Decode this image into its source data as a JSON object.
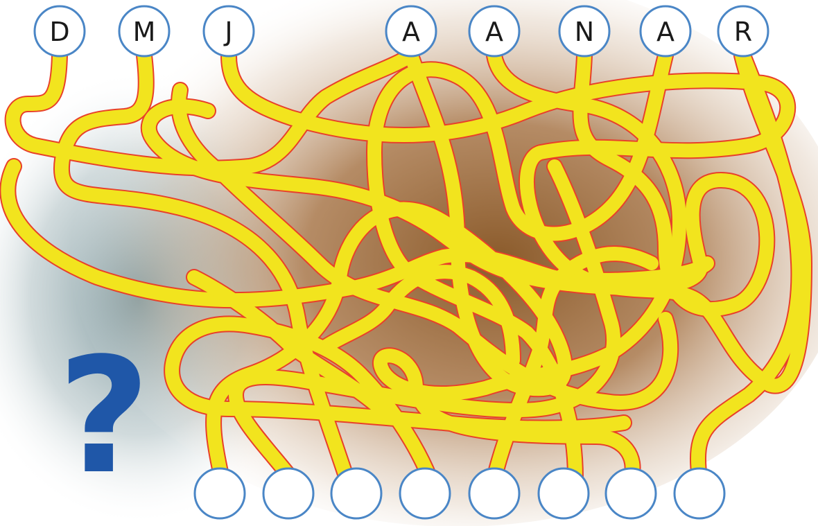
{
  "puzzle": {
    "top_letters": [
      "D",
      "M",
      "J",
      "A",
      "A",
      "N",
      "A",
      "R"
    ],
    "bottom_slots": [
      "",
      "",
      "",
      "",
      "",
      "",
      "",
      ""
    ],
    "question_mark": "?"
  },
  "colors": {
    "noodle_fill": "#f2e41e",
    "noodle_outline": "#e8402a",
    "circle_stroke": "#4a86c6",
    "circle_fill": "#ffffff",
    "question_mark": "#1f57a8",
    "bg_center": "#8a5a2a",
    "bg_left": "#5f7f86"
  }
}
